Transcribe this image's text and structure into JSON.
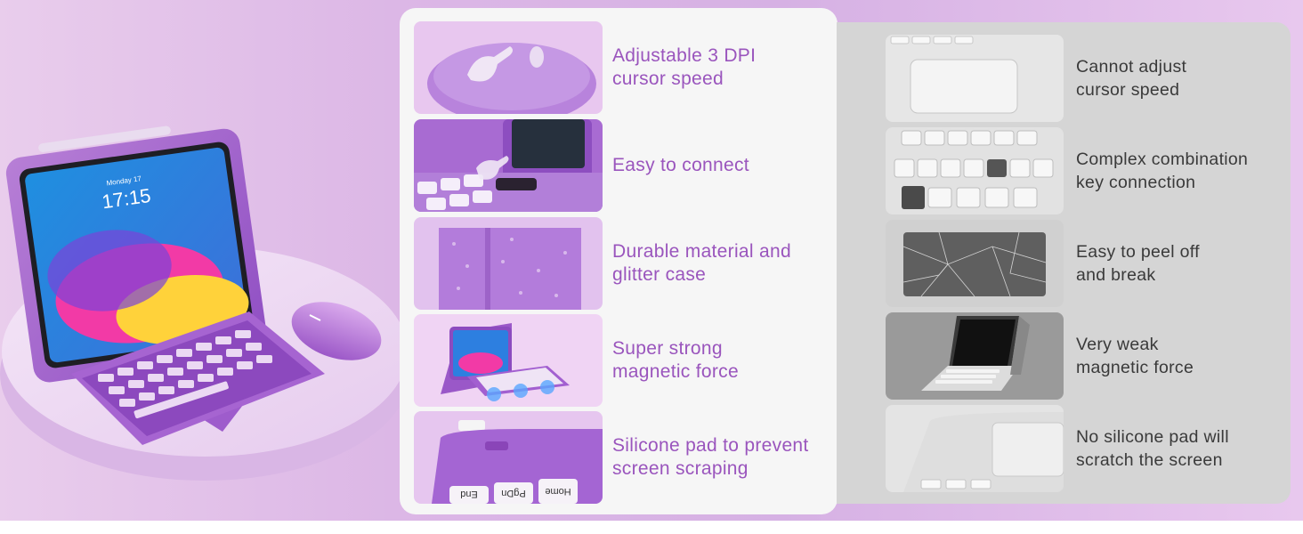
{
  "colors": {
    "accent_purple": "#9a55bd",
    "dark_text": "#3a3a3a",
    "panel_light": "#f6f6f6",
    "panel_gray": "#d5d5d5"
  },
  "hero": {
    "clock": "17:15",
    "date": "Monday 17"
  },
  "ours": [
    {
      "icon": "mouse-dpi-icon",
      "caption": "Adjustable 3 DPI\ncursor speed"
    },
    {
      "icon": "connect-button-icon",
      "caption": "Easy to connect"
    },
    {
      "icon": "glitter-case-icon",
      "caption": "Durable material and\nglitter case"
    },
    {
      "icon": "magnet-icon",
      "caption": "Super strong\nmagnetic force"
    },
    {
      "icon": "silicone-pad-icon",
      "caption": "Silicone pad to prevent\nscreen scraping",
      "keys": [
        "End",
        "PgDn",
        "Home"
      ]
    }
  ],
  "others": [
    {
      "icon": "touchpad-icon",
      "caption": "Cannot adjust\ncursor speed"
    },
    {
      "icon": "key-combo-icon",
      "caption": "Complex combination\nkey connection"
    },
    {
      "icon": "cracked-case-icon",
      "caption": "Easy to peel off\nand break"
    },
    {
      "icon": "weak-magnet-icon",
      "caption": "Very weak\nmagnetic force"
    },
    {
      "icon": "no-pad-icon",
      "caption": "No silicone pad will\nscratch the screen"
    }
  ]
}
